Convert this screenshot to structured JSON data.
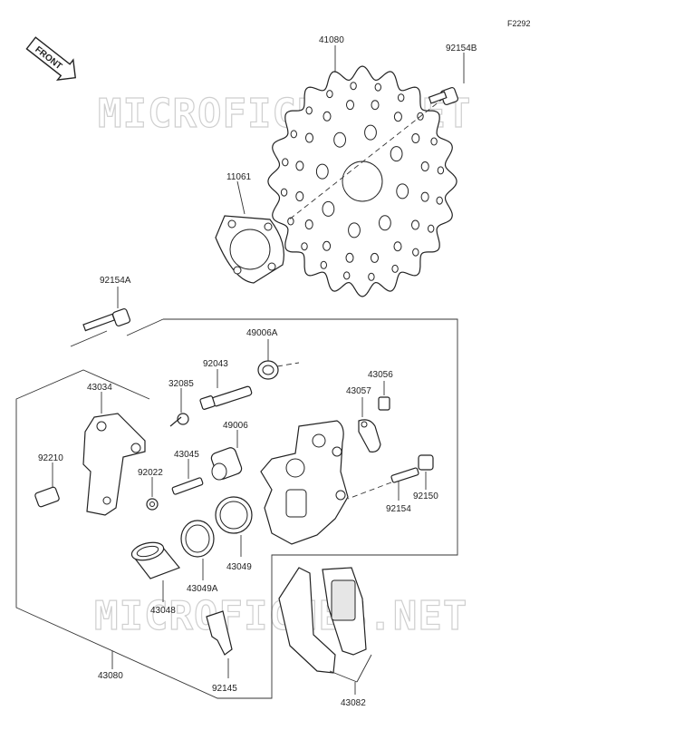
{
  "diagram": {
    "ref_code": "F2292",
    "front_badge": "FRONT",
    "watermark": "MICROFICHES.NET",
    "parts": {
      "p41080": "41080",
      "p92154B": "92154B",
      "p11061": "11061",
      "p92154A": "92154A",
      "p49006A": "49006A",
      "p92043": "92043",
      "p43056": "43056",
      "p43034": "43034",
      "p32085": "32085",
      "p43057": "43057",
      "p49006": "49006",
      "p92210": "92210",
      "p43045": "43045",
      "p92022": "92022",
      "p92150": "92150",
      "p92154": "92154",
      "p43049": "43049",
      "p43049A": "43049A",
      "p43048": "43048",
      "p43080": "43080",
      "p92145": "92145",
      "p43082": "43082"
    }
  }
}
